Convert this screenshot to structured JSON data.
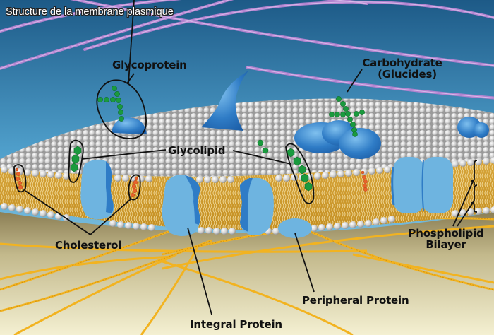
{
  "title": "Structure de la membrane plasmique",
  "labels": {
    "glycoprotein": "Glycoprotein",
    "carbohydrate": "Carbohydrate",
    "carbohydrate_sub": "(Glucides)",
    "glycolipid": "Glycolipid",
    "cholesterol": "Cholesterol",
    "integral_protein": "Integral Protein",
    "peripheral_protein": "Peripheral Protein",
    "phospholipid": "Phospholipid",
    "phospholipid_sub": "Bilayer"
  },
  "colors": {
    "extracellular_top": "#1e5f8c",
    "extracellular_bottom": "#a4dcf2",
    "cytoplasm_top": "#8f835a",
    "cytoplasm_bottom": "#f3efd0",
    "lipid_head": "#d9d9d9",
    "lipid_tail_band": "#d9a83a",
    "protein_blue": "#3f86c9",
    "protein_light": "#6eb4e0",
    "sugar_green": "#18933a",
    "cholesterol_orange": "#e8622a",
    "fiber_purple": "#b283cf",
    "fiber_gold": "#f2b320"
  }
}
